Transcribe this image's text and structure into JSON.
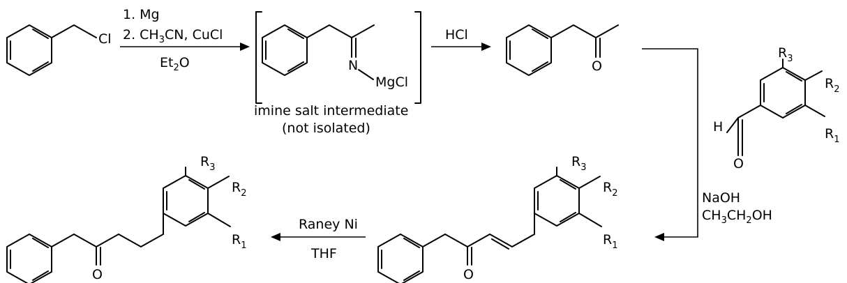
{
  "step1": {
    "reagent_line1": "1. Mg",
    "reagent_line2": "2. CH3CN, CuCl",
    "solvent": "Et2O"
  },
  "step2": {
    "reagent": "HCl"
  },
  "step3": {
    "reagent_line1": "NaOH",
    "reagent_line2": "CH3CH2OH"
  },
  "step4": {
    "reagent": "Raney Ni",
    "solvent": "THF"
  },
  "intermediate": {
    "caption_line1": "imine salt intermediate",
    "caption_line2": "(not isolated)"
  },
  "atoms": {
    "cl": "Cl",
    "n": "N",
    "mgcl": "MgCl",
    "o": "O",
    "h": "H",
    "r": "R",
    "r1_sub": "1",
    "r2_sub": "2",
    "r3_sub": "3"
  }
}
